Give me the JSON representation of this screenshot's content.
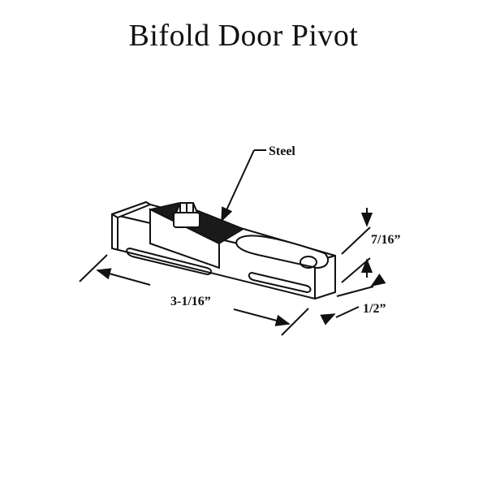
{
  "title": "Bifold Door Pivot",
  "labels": {
    "material": "Steel",
    "length": "3-1/16”",
    "height": "7/16”",
    "width": "1/2”"
  },
  "colors": {
    "line": "#111111",
    "steel_plate": "#1a1a1a",
    "background": "#ffffff"
  }
}
